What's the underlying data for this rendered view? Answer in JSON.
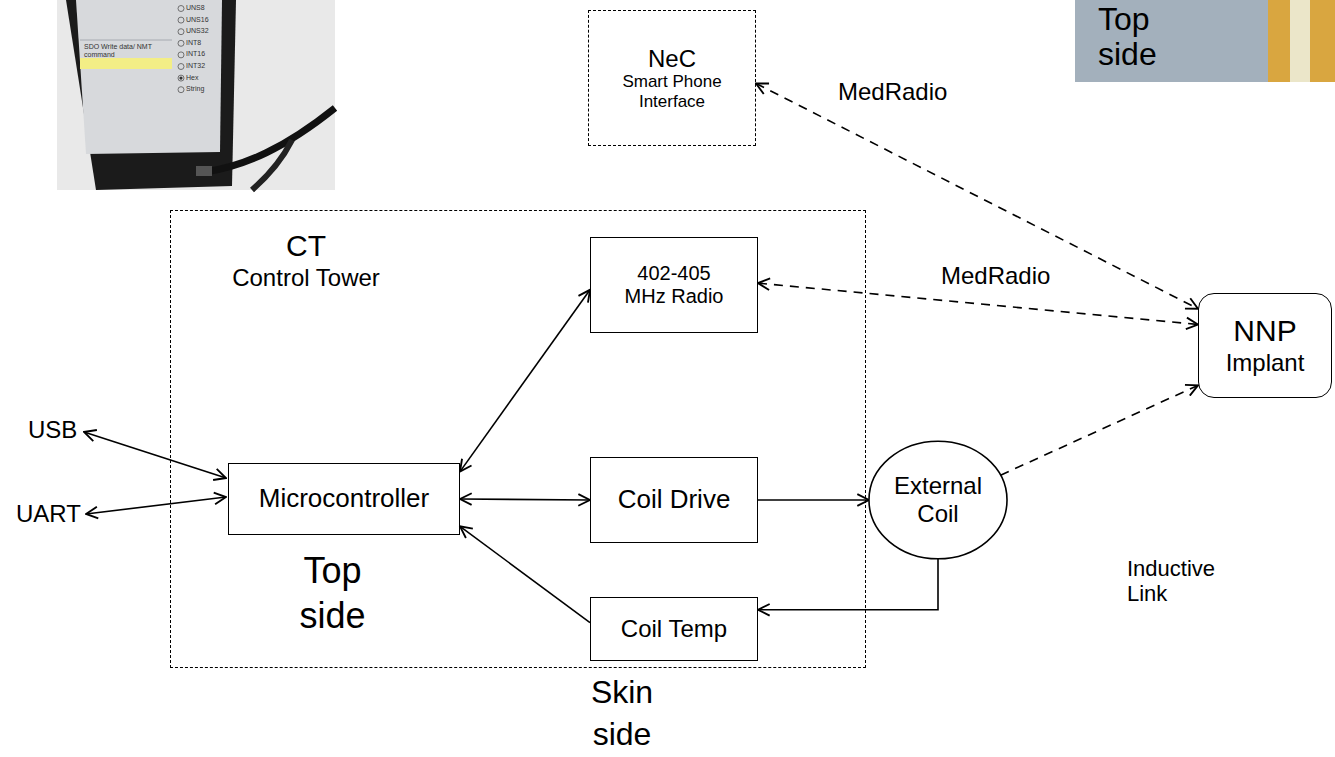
{
  "diagram": {
    "nodes": [
      {
        "text": [
          "NeC",
          "Smart Phone Interface"
        ]
      },
      {
        "text": [
          "CT",
          "Control Tower"
        ]
      },
      {
        "text": [
          "402-405 MHz Radio"
        ],
        "in": 1
      },
      {
        "text": [
          "Microcontroller"
        ],
        "in": 1
      },
      {
        "text": [
          "Coil Drive"
        ],
        "in": 1
      },
      {
        "text": [
          "Coil Temp"
        ],
        "in": 1
      },
      {
        "text": [
          "External Coil"
        ]
      },
      {
        "text": [
          "NNP",
          "Implant"
        ]
      }
    ],
    "edges": [
      {
        "from": 0,
        "to": 7,
        "arrow": "both",
        "label": "MedRadio"
      },
      {
        "from": 2,
        "to": 7,
        "arrow": "both",
        "label": "MedRadio"
      },
      {
        "from": 3,
        "to": 2,
        "arrow": "both"
      },
      {
        "from": 3,
        "to": 4,
        "arrow": "both"
      },
      {
        "from": 5,
        "to": 3,
        "arrow": "to"
      },
      {
        "from": 4,
        "to": 6,
        "arrow": "to"
      },
      {
        "from": 6,
        "to": 7,
        "arrow": "to",
        "label": "Inductive Link"
      },
      {
        "from": 6,
        "to": 5,
        "arrow": "to"
      }
    ],
    "labels": [
      "SDO Write data/ NMT command",
      "UNS8",
      "UNS16",
      "UNS32",
      "INT8",
      "INT16",
      "INT32",
      "Hex",
      "String",
      "Top side",
      "USB",
      "UART",
      "Top side",
      "Skin side"
    ]
  }
}
